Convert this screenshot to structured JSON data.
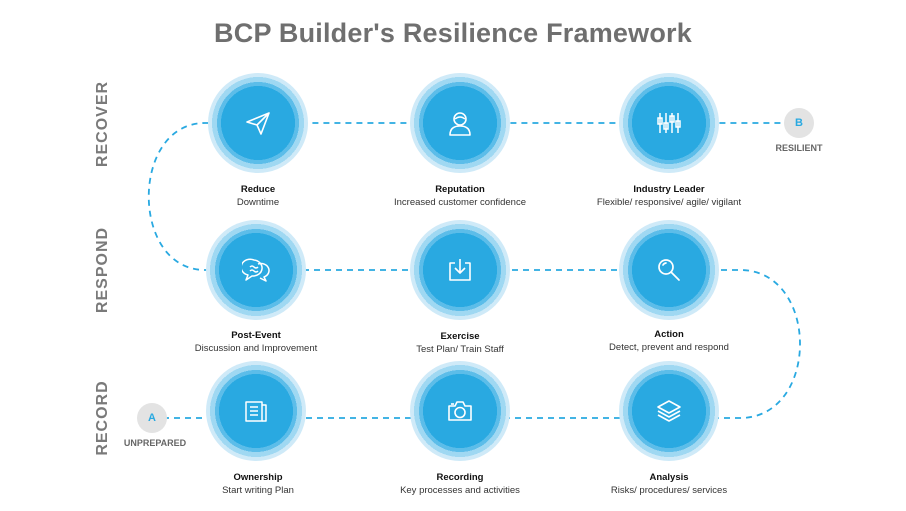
{
  "title": "BCP Builder's Resilience Framework",
  "rows": {
    "recover": "RECOVER",
    "respond": "RESPOND",
    "record": "RECORD"
  },
  "markers": {
    "start": {
      "letter": "A",
      "label": "UNPREPARED"
    },
    "end": {
      "letter": "B",
      "label": "RESILIENT"
    }
  },
  "nodes": {
    "reduce": {
      "heading": "Reduce",
      "text": "Downtime",
      "icon": "paper-plane-icon"
    },
    "reputation": {
      "heading": "Reputation",
      "text": "Increased customer confidence",
      "icon": "person-icon"
    },
    "industry_leader": {
      "heading": "Industry Leader",
      "text": "Flexible/ responsive/ agile/ vigilant",
      "icon": "sliders-icon"
    },
    "post_event": {
      "heading": "Post-Event",
      "text": "Discussion and Improvement",
      "icon": "chat-bubbles-icon"
    },
    "exercise": {
      "heading": "Exercise",
      "text": "Test Plan/ Train Staff",
      "icon": "download-icon"
    },
    "action": {
      "heading": "Action",
      "text": "Detect, prevent and respond",
      "icon": "magnifier-icon"
    },
    "ownership": {
      "heading": "Ownership",
      "text": "Start writing Plan",
      "icon": "document-icon"
    },
    "recording": {
      "heading": "Recording",
      "text": "Key processes and activities",
      "icon": "camera-icon"
    },
    "analysis": {
      "heading": "Analysis",
      "text": "Risks/ procedures/ services",
      "icon": "layers-icon"
    }
  },
  "colors": {
    "primary": "#29a9e1",
    "path": "#29a9e1",
    "title": "#6f6f6f"
  }
}
